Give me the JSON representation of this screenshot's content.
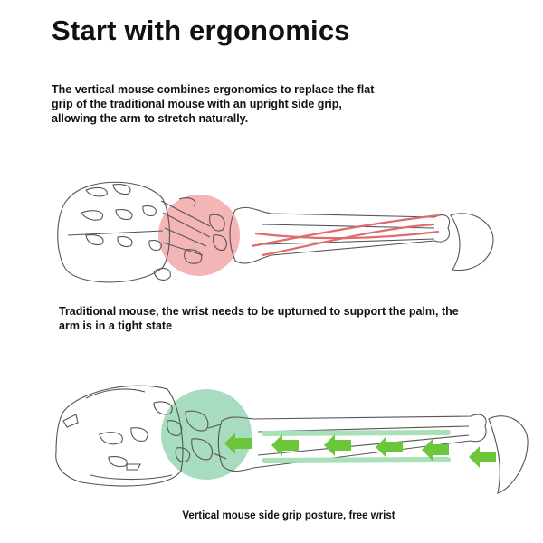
{
  "title": "Start with ergonomics",
  "intro": [
    "The vertical mouse combines ergonomics to replace the flat",
    "grip of the traditional mouse with an upright side grip,",
    "allowing the arm to stretch naturally."
  ],
  "traditional_caption": [
    "Traditional mouse, the wrist needs to be upturned to support the palm, the",
    "arm is in a tight state"
  ],
  "vertical_caption": "Vertical mouse side grip posture, free wrist",
  "colors": {
    "tension_circle": "#f3b5b5",
    "tension_lines": "#e06b6b",
    "relief_circle": "#a8dcc0",
    "relief_arrows": "#6cc63a",
    "relief_lines": "#a9e0b8",
    "outline": "#555555"
  },
  "icons": [
    "traditional-mouse-hand-illustration",
    "vertical-mouse-hand-illustration",
    "left-arrow-icon"
  ]
}
